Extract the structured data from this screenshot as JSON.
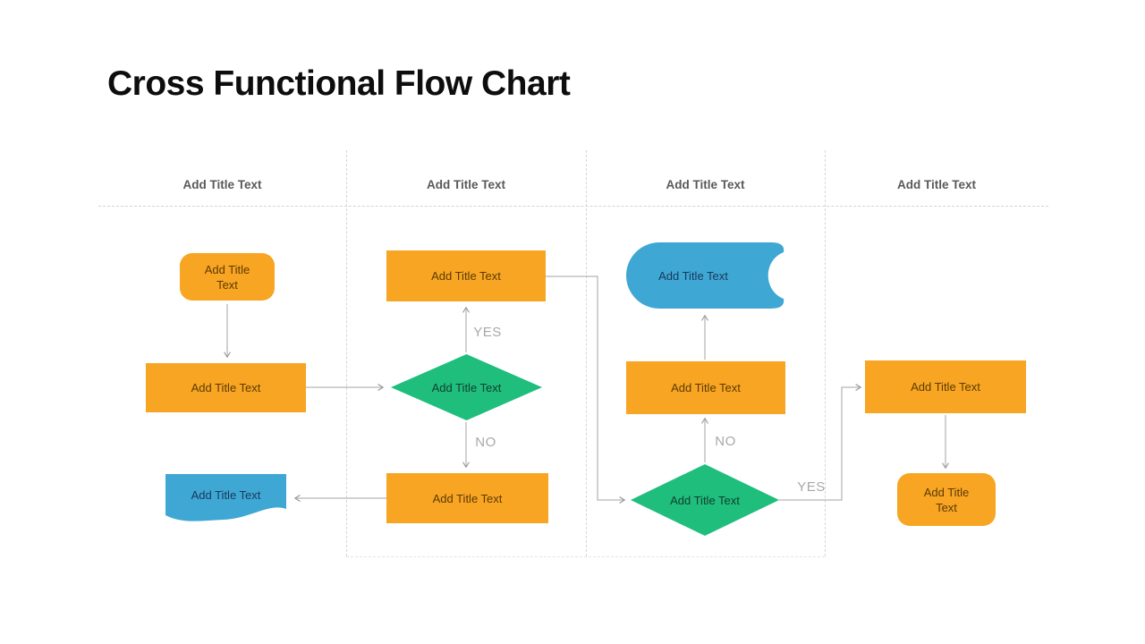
{
  "title": "Cross Functional Flow Chart",
  "lanes": [
    {
      "label": "Add Title Text"
    },
    {
      "label": "Add Title Text"
    },
    {
      "label": "Add Title Text"
    },
    {
      "label": "Add Title Text"
    }
  ],
  "nodes": {
    "n1": {
      "text": "Add Title Text",
      "shape": "rounded-rectangle",
      "color": "#F7A522"
    },
    "n2": {
      "text": "Add Title Text",
      "shape": "rectangle",
      "color": "#F7A522"
    },
    "n3": {
      "text": "Add Title Text",
      "shape": "document",
      "color": "#3FA7D4"
    },
    "n4": {
      "text": "Add Title Text",
      "shape": "rectangle",
      "color": "#F7A522"
    },
    "n5": {
      "text": "Add Title Text",
      "shape": "decision-diamond",
      "color": "#1FBE7D"
    },
    "n6": {
      "text": "Add Title Text",
      "shape": "rectangle",
      "color": "#F7A522"
    },
    "n7": {
      "text": "Add Title Text",
      "shape": "stored-data",
      "color": "#3FA7D4"
    },
    "n8": {
      "text": "Add Title Text",
      "shape": "rectangle",
      "color": "#F7A522"
    },
    "n9": {
      "text": "Add Title Text",
      "shape": "decision-diamond",
      "color": "#1FBE7D"
    },
    "n10": {
      "text": "Add Title Text",
      "shape": "rectangle",
      "color": "#F7A522"
    },
    "n11": {
      "text": "Add Title Text",
      "shape": "rounded-rectangle",
      "color": "#F7A522"
    }
  },
  "edge_labels": {
    "lane2_yes": "YES",
    "lane2_no": "NO",
    "lane3_no": "NO",
    "lane3_yes": "YES"
  },
  "colors": {
    "orange": "#F7A522",
    "green": "#1FBE7D",
    "blue": "#3FA7D4",
    "connector": "#9e9e9e",
    "header_text": "#595959",
    "edge_label_text": "#a8a8a8",
    "title_text": "#0d0d0d",
    "lane_line": "#d6d6d6",
    "background": "#ffffff"
  }
}
